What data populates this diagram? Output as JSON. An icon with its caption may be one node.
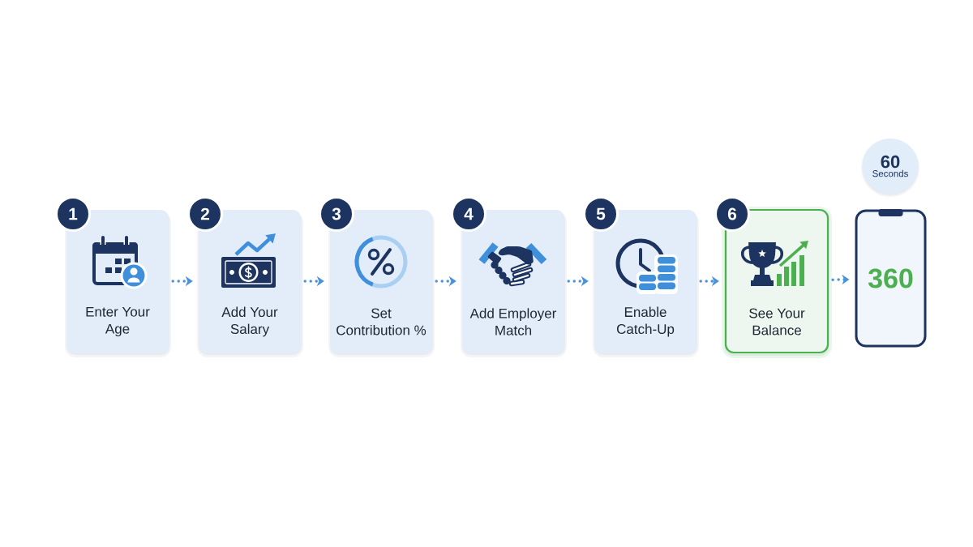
{
  "diagram": {
    "nodes": [
      {
        "text": [
          "1"
        ]
      },
      {
        "text": [
          "Enter Your Age"
        ]
      },
      {
        "text": [
          "2"
        ]
      },
      {
        "text": [
          "Add Your Salary"
        ]
      },
      {
        "text": [
          "3"
        ]
      },
      {
        "text": [
          "Set Contribution %"
        ]
      },
      {
        "text": [
          "4"
        ]
      },
      {
        "text": [
          "Add Employer Match"
        ]
      },
      {
        "text": [
          "5"
        ]
      },
      {
        "text": [
          "Enable Catch-Up"
        ]
      },
      {
        "text": [
          "6"
        ]
      },
      {
        "text": [
          "See Your Balance"
        ]
      },
      {
        "text": [
          "60",
          "Seconds"
        ]
      },
      {
        "text": [
          "360"
        ]
      }
    ],
    "edges": [
      {
        "from": 1,
        "to": 3,
        "arrow": "to",
        "style": "dashed"
      },
      {
        "from": 3,
        "to": 5,
        "arrow": "to",
        "style": "dashed"
      },
      {
        "from": 5,
        "to": 7,
        "arrow": "to",
        "style": "dashed"
      },
      {
        "from": 7,
        "to": 9,
        "arrow": "to",
        "style": "dashed"
      },
      {
        "from": 9,
        "to": 11,
        "arrow": "to",
        "style": "dashed"
      },
      {
        "from": 11,
        "to": 13,
        "arrow": "to",
        "style": "dashed"
      }
    ]
  }
}
